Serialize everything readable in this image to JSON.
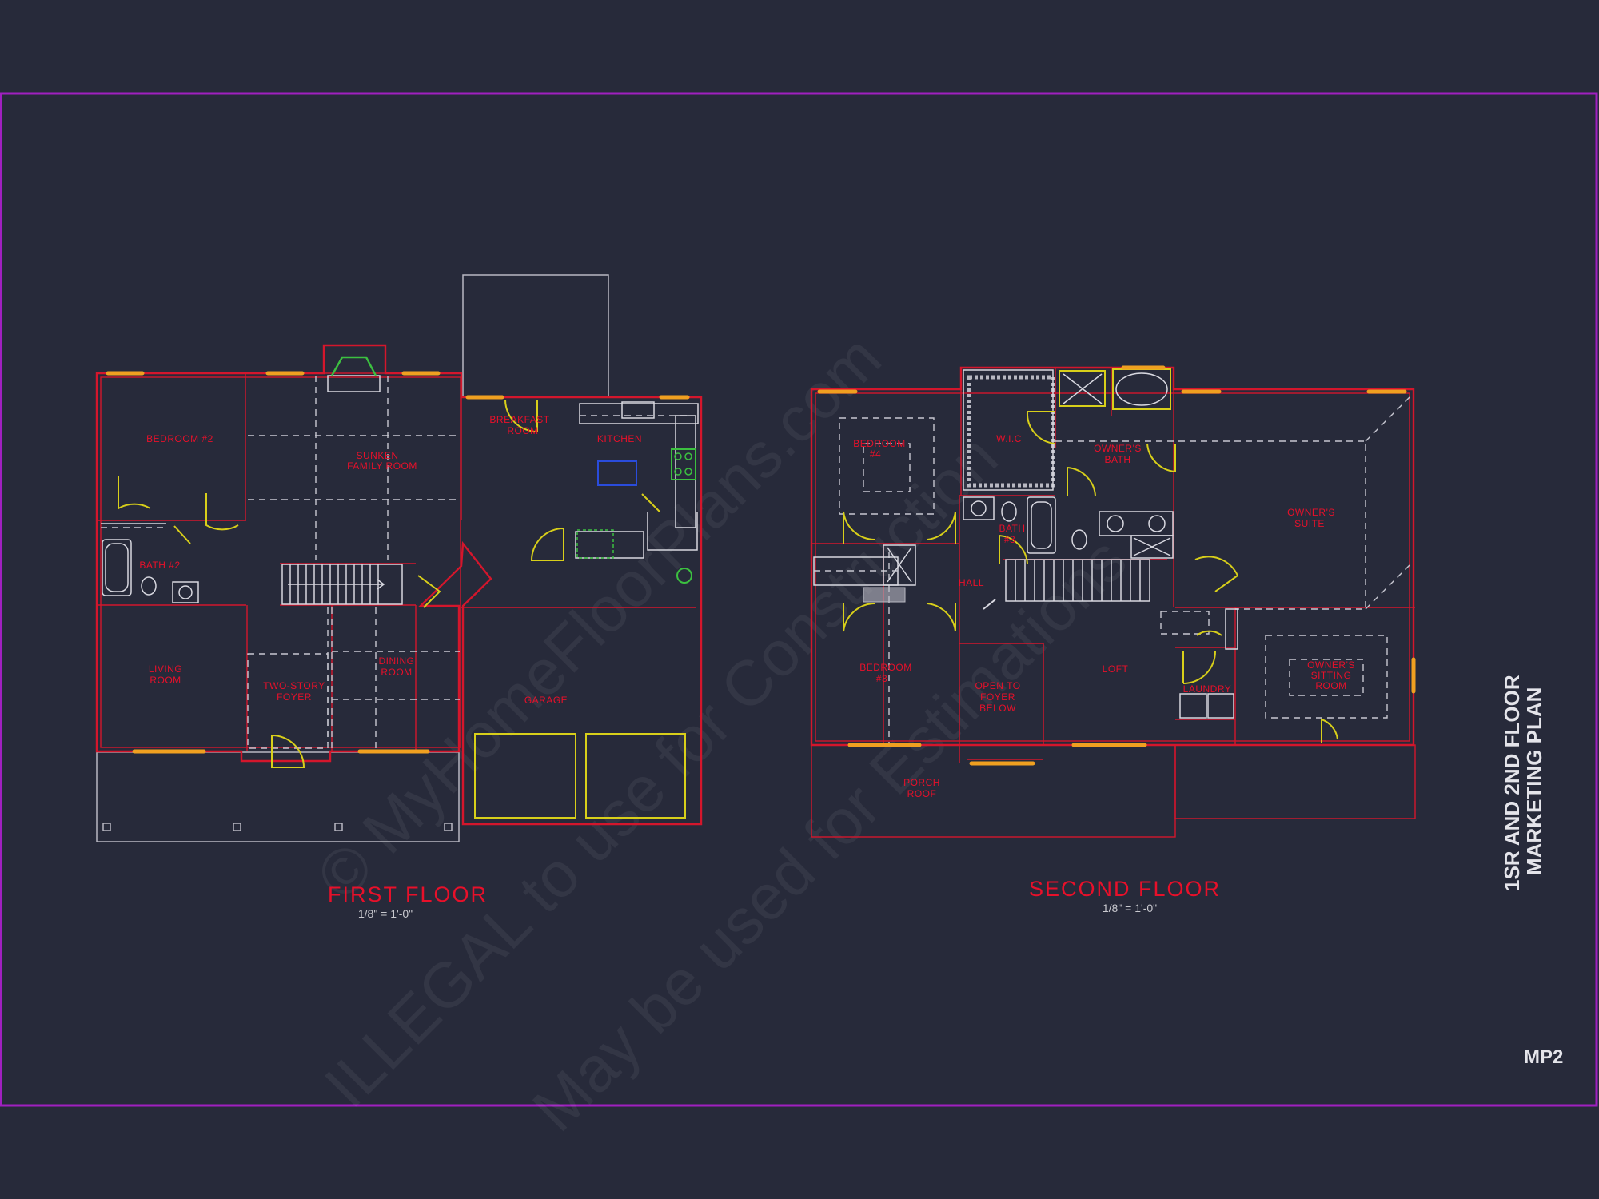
{
  "sheet": {
    "side_title": [
      "1SR AND 2ND FLOOR",
      "MARKETING PLAN"
    ],
    "sheet_number": "MP2",
    "watermark": [
      "© MyHomeFloorPlans.com",
      "ILLEGAL to use for Construction",
      "May be used for Estimations"
    ]
  },
  "colors": {
    "background": "#272a3a",
    "border": "#a020c0",
    "walls": "#d4162c",
    "labels": "#e8102a",
    "doors": "#d8cf1a",
    "windows": "#f0a020",
    "fixtures": "#d8d8e0"
  },
  "first_floor": {
    "title": "FIRST FLOOR",
    "scale": "1/8\" = 1'-0\"",
    "rooms": {
      "bedroom2": "BEDROOM #2",
      "family": [
        "SUNKEN",
        "FAMILY ROOM"
      ],
      "breakfast": [
        "BREAKFAST",
        "ROOM"
      ],
      "kitchen": "KITCHEN",
      "bath2": "BATH #2",
      "living": [
        "LIVING",
        "ROOM"
      ],
      "foyer": [
        "TWO-STORY",
        "FOYER"
      ],
      "dining": [
        "DINING",
        "ROOM"
      ],
      "garage": "GARAGE"
    }
  },
  "second_floor": {
    "title": "SECOND FLOOR",
    "scale": "1/8\" = 1'-0\"",
    "rooms": {
      "bedroom4": [
        "BEDROOM",
        "#4"
      ],
      "wic": "W.I.C",
      "owners_bath": [
        "OWNER'S",
        "BATH"
      ],
      "owners_suite": [
        "OWNER'S",
        "SUITE"
      ],
      "bath3": [
        "BATH",
        "#3"
      ],
      "hall": "HALL",
      "bedroom3": [
        "BEDROOM",
        "#3"
      ],
      "open_foyer": [
        "OPEN TO",
        "FOYER",
        "BELOW"
      ],
      "loft": "LOFT",
      "laundry": "LAUNDRY",
      "sitting": [
        "OWNER'S",
        "SITTING",
        "ROOM"
      ],
      "porch_roof": [
        "PORCH",
        "ROOF"
      ]
    }
  }
}
